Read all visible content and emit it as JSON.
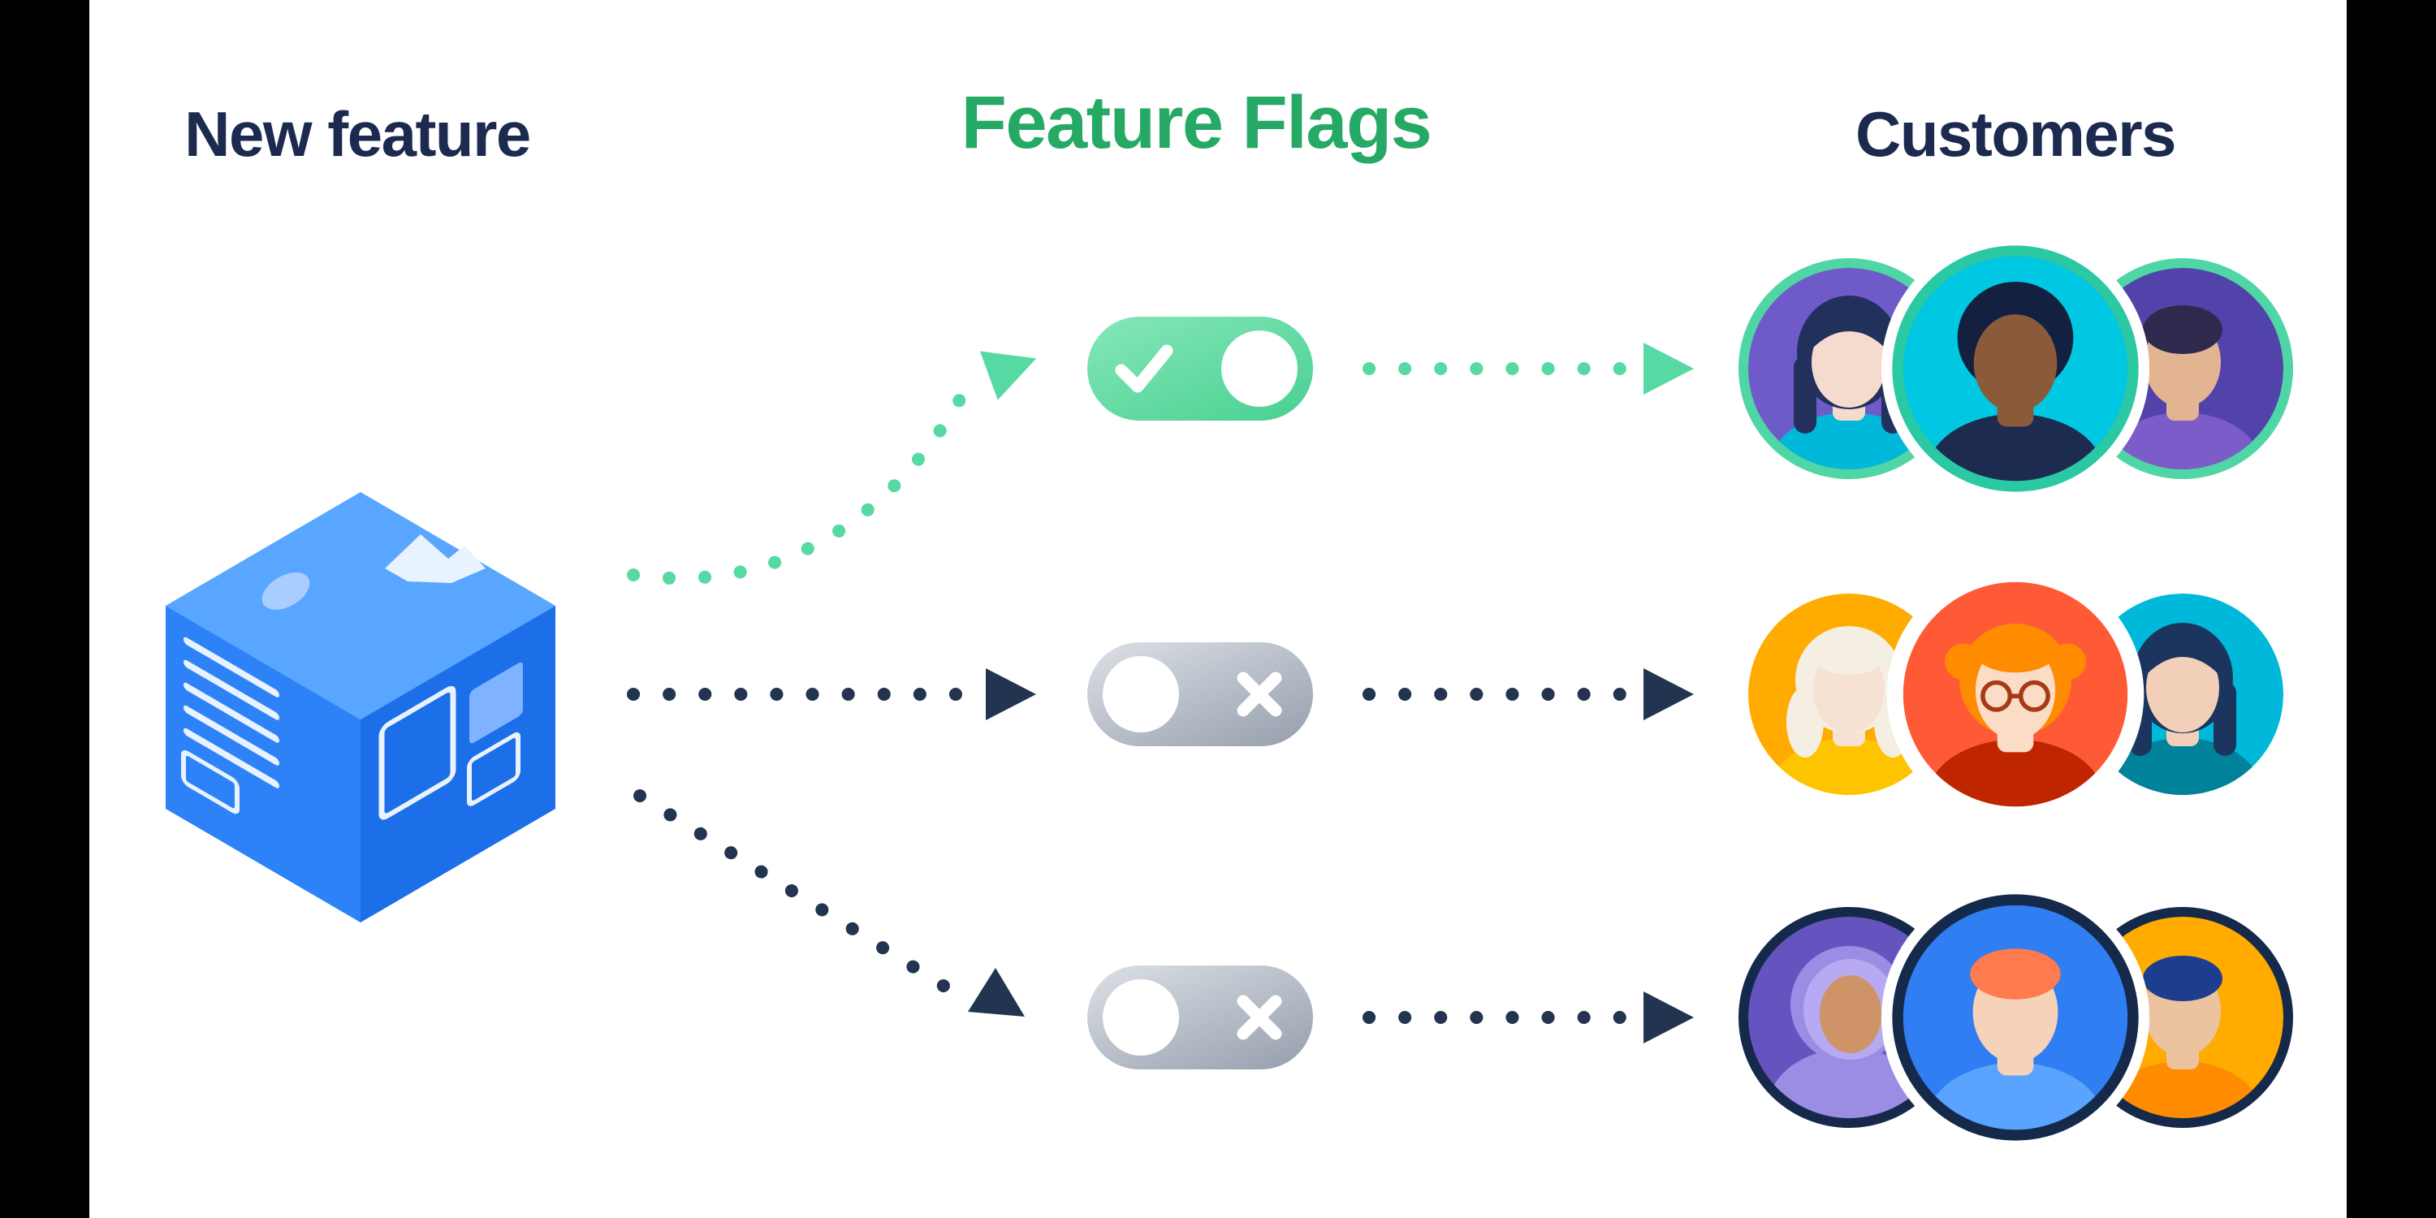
{
  "headings": {
    "new_feature": "New feature",
    "feature_flags": "Feature Flags",
    "customers": "Customers"
  },
  "colors": {
    "background": "#FFFFFF",
    "letterbox": "#000000",
    "heading_navy": "#1B2A4E",
    "heading_green": "#25A965",
    "arrow_green": "#57D9A3",
    "arrow_navy": "#22344F",
    "toggle_on_start": "#86E7BA",
    "toggle_on_end": "#4CD193",
    "toggle_off_start": "#DDE1E6",
    "toggle_off_end": "#98A1AF",
    "toggle_symbol": "#FFFFFF",
    "knob": "#FFFFFF",
    "cube_top": "#58A6FF",
    "cube_left": "#2E82F7",
    "cube_right": "#1C6FE8",
    "cube_detail": "#E9F2FF"
  },
  "icons": {
    "toggle_on": "check-icon",
    "toggle_off": "x-icon",
    "cube_image": "image-mountain-icon",
    "arrowhead": "arrowhead-icon"
  },
  "flags": [
    {
      "name": "flag-1",
      "state": "on",
      "symbol": "check"
    },
    {
      "name": "flag-2",
      "state": "off",
      "symbol": "cross"
    },
    {
      "name": "flag-3",
      "state": "off",
      "symbol": "cross"
    }
  ],
  "connections": [
    {
      "from": "new-feature",
      "to": "flag-1",
      "style": "dotted",
      "color": "green"
    },
    {
      "from": "new-feature",
      "to": "flag-2",
      "style": "dotted",
      "color": "navy"
    },
    {
      "from": "new-feature",
      "to": "flag-3",
      "style": "dotted",
      "color": "navy"
    },
    {
      "from": "flag-1",
      "to": "customer-group-1",
      "style": "dotted",
      "color": "green"
    },
    {
      "from": "flag-2",
      "to": "customer-group-2",
      "style": "dotted",
      "color": "navy"
    },
    {
      "from": "flag-3",
      "to": "customer-group-3",
      "style": "dotted",
      "color": "navy"
    }
  ],
  "customers": {
    "groups": [
      {
        "flag": "flag-1",
        "highlight": "on",
        "avatars": [
          {
            "desc": "woman with dark bob",
            "ring": "#4FD6A4",
            "bg": "#6E5BC9",
            "skin": "#F4DBCD",
            "hair": "#22305C",
            "shirt": "#00B8D9"
          },
          {
            "desc": "person with afro",
            "ring": "#2AC8A3",
            "bg": "#00C7E2",
            "skin": "#8A5A3B",
            "hair": "#14203F",
            "shirt": "#1D2B50"
          },
          {
            "desc": "man with short dark hair",
            "ring": "#4FD6A4",
            "bg": "#5243AA",
            "skin": "#E3B491",
            "hair": "#2F2A4D",
            "shirt": "#7C5CC9"
          }
        ]
      },
      {
        "flag": "flag-2",
        "highlight": "off",
        "avatars": [
          {
            "desc": "older woman with white hair",
            "ring": "#FFFFFF",
            "bg": "#FFAB00",
            "skin": "#F6E1D3",
            "hair": "#F5EFE3",
            "shirt": "#FFC400"
          },
          {
            "desc": "woman with orange hair and glasses",
            "ring": "#FFFFFF",
            "bg": "#FF5A36",
            "skin": "#FBDDC7",
            "hair": "#FF8B00",
            "shirt": "#BF2600",
            "accent": "#A63B16"
          },
          {
            "desc": "woman with navy bob",
            "ring": "#FFFFFF",
            "bg": "#00B8D9",
            "skin": "#F2CFB9",
            "hair": "#1C355E",
            "shirt": "#00829B"
          }
        ]
      },
      {
        "flag": "flag-3",
        "highlight": "off",
        "avatars": [
          {
            "desc": "woman in lavender hijab",
            "ring": "#15294B",
            "bg": "#6554C0",
            "skin": "#CE9468",
            "hair": "#9C8DE4",
            "shirt": "#B7A9F2"
          },
          {
            "desc": "man with orange hair",
            "ring": "#15294B",
            "bg": "#2F7FF2",
            "skin": "#F6D2B8",
            "hair": "#FF7A4D",
            "shirt": "#5AA4FF"
          },
          {
            "desc": "man with blue hair",
            "ring": "#15294B",
            "bg": "#FFAB00",
            "skin": "#ECC39F",
            "hair": "#1D3E8F",
            "shirt": "#FF8B00"
          }
        ]
      }
    ]
  }
}
